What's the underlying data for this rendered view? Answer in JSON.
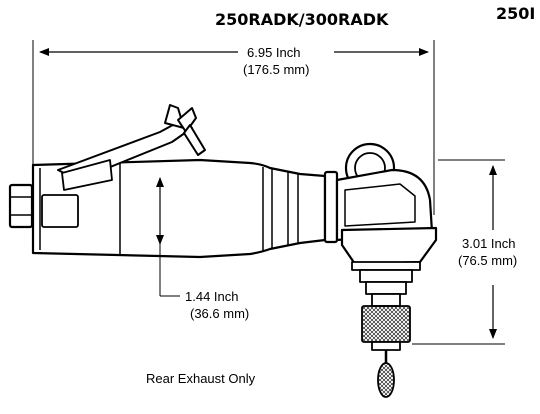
{
  "title": "250RADK/300RADK",
  "title_cropped": "250I",
  "dimensions": {
    "length": {
      "imperial": "6.95 Inch",
      "metric": "(176.5 mm)"
    },
    "body_diameter": {
      "imperial": "1.44 Inch",
      "metric": "(36.6 mm)"
    },
    "head_height": {
      "imperial": "3.01 Inch",
      "metric": "(76.5 mm)"
    }
  },
  "note": "Rear Exhaust Only"
}
